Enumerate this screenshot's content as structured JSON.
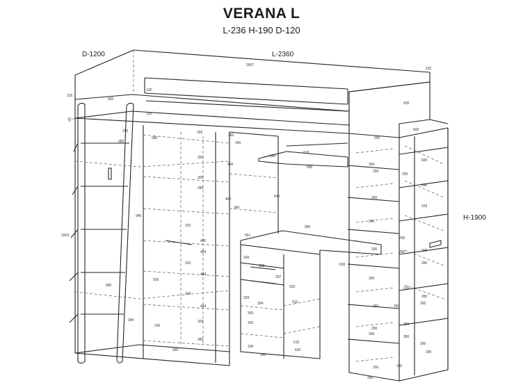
{
  "header": {
    "title": "VERANA L",
    "subtitle": "L-236 H-190 D-120"
  },
  "overall_dimensions": {
    "depth": "D-1200",
    "length": "L-2360",
    "height": "H-1900"
  },
  "small_dimensions": [
    "2607",
    "315",
    "600",
    "505",
    "120",
    "120",
    "16",
    "315",
    "605",
    "250",
    "985",
    "580",
    "206",
    "280",
    "340",
    "230",
    "618",
    "290",
    "580",
    "300",
    "490",
    "305",
    "290",
    "390",
    "290",
    "600",
    "460",
    "340",
    "640",
    "280",
    "346",
    "229",
    "945",
    "225",
    "490",
    "1669",
    "484",
    "651",
    "980",
    "290",
    "390",
    "290",
    "390",
    "220",
    "484",
    "630",
    "160",
    "328",
    "297",
    "305",
    "280",
    "390",
    "264",
    "230",
    "520",
    "505",
    "484",
    "329",
    "394",
    "510",
    "390",
    "985",
    "304",
    "390",
    "300",
    "280",
    "236",
    "265",
    "284",
    "510",
    "395",
    "380",
    "900",
    "336",
    "620",
    "290",
    "330",
    "300",
    "380",
    "395",
    "290",
    "380",
    "290",
    "380",
    "390",
    "265"
  ]
}
